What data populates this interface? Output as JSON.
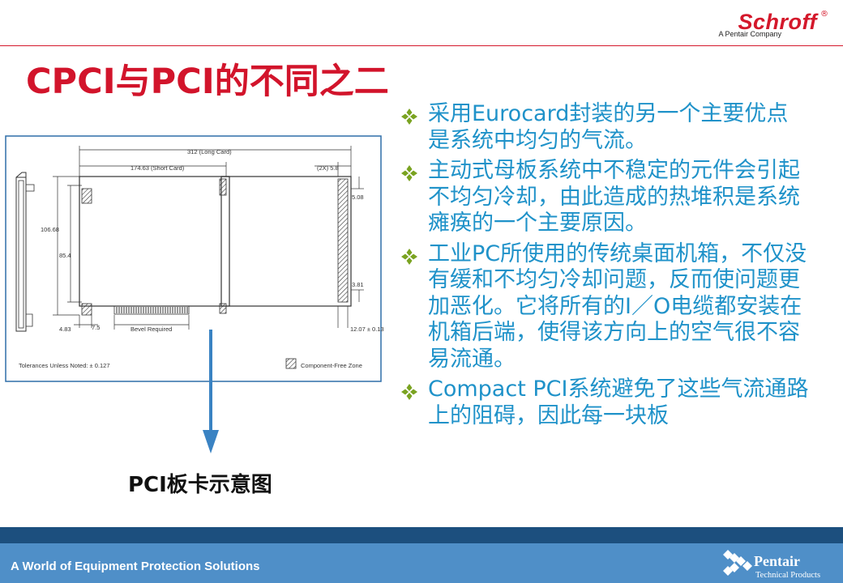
{
  "header": {
    "logo": "Schroff",
    "logo_mark": "®",
    "logo_sub": "A Pentair Company"
  },
  "title": "CPCI与PCI的不同之二",
  "diagram": {
    "long_card": "312 (Long Card)",
    "short_card": "174.63 (Short Card)",
    "two_x": "(2X) 5.8",
    "dim_106": "106.68",
    "dim_85": "85.4",
    "dim_508": "5.08",
    "dim_381": "3.81",
    "dim_483": "4.83",
    "dim_75": "7.5",
    "bevel": "Bevel Required",
    "dim_1207": "12.07 ± 0.13",
    "tolerance": "Tolerances Unless Noted: ± 0.127",
    "component_free": "Component-Free Zone"
  },
  "caption": "PCI板卡示意图",
  "bullets": [
    "采用Eurocard封装的另一个主要优点是系统中均匀的气流。",
    "主动式母板系统中不稳定的元件会引起不均匀冷却，由此造成的热堆积是系统瘫痪的一个主要原因。",
    "工业PC所使用的传统桌面机箱，不仅没有缓和不均匀冷却问题，反而使问题更加恶化。它将所有的I／O电缆都安装在机箱后端，使得该方向上的空气很不容易流通。",
    "Compact PCI系统避免了这些气流通路上的阻碍，因此每一块板"
  ],
  "footer": {
    "tagline": "A World of Equipment Protection Solutions",
    "pentair_name": "Pentair",
    "pentair_sub": "Technical Products"
  },
  "colors": {
    "title_red": "#d2142b",
    "bullet_blue": "#1f92c9",
    "bullet_icon_green": "#7aa321",
    "footer_dark": "#1c4f7e",
    "footer_light": "#4f8fc8",
    "arrow_blue": "#3a83c3"
  },
  "icons": {
    "bullet": "four-diamond-bullet-icon",
    "arrow": "arrow-down-icon",
    "pentair": "pentair-logo-icon"
  }
}
